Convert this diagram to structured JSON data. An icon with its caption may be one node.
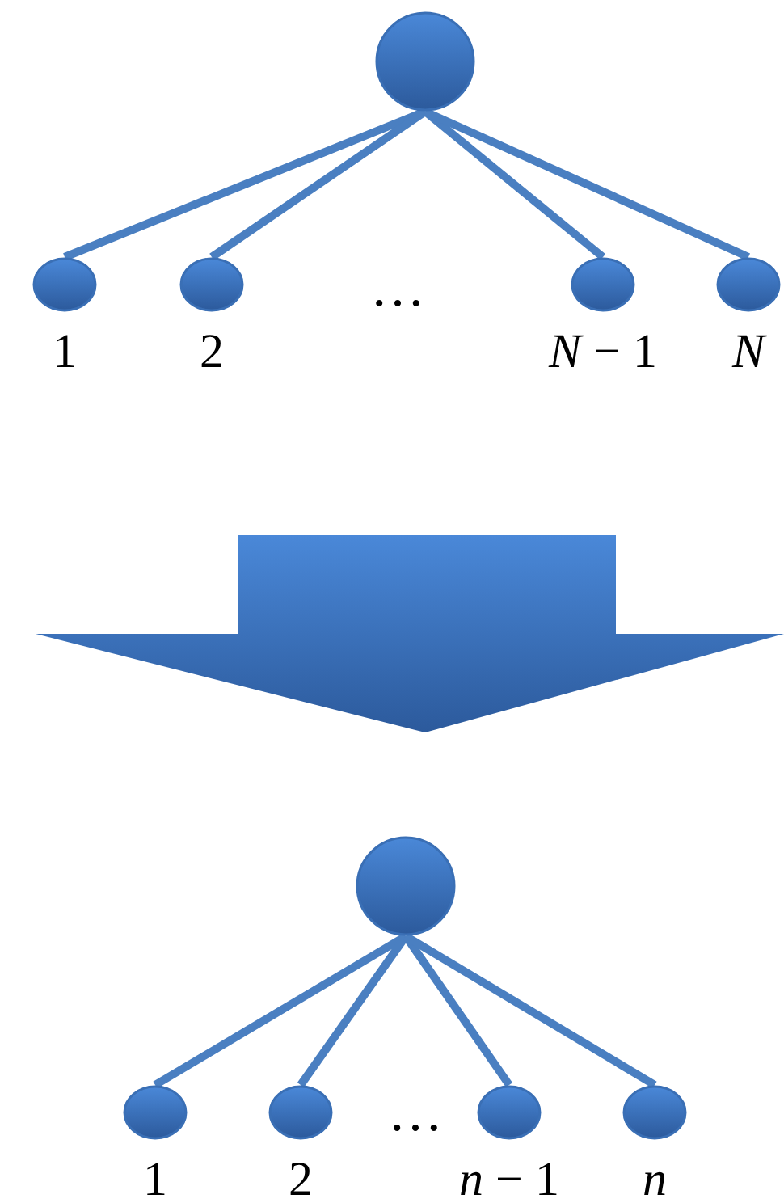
{
  "diagram": {
    "nodes": [
      {
        "text": [],
        "shape": "circle"
      },
      {
        "text": [],
        "shape": "circle",
        "beside": [
          "1"
        ]
      },
      {
        "text": [],
        "shape": "circle",
        "beside": [
          "2"
        ]
      },
      {
        "text": [],
        "shape": "circle",
        "beside": [
          "*N* − 1"
        ]
      },
      {
        "text": [],
        "shape": "circle",
        "beside": [
          "*N*"
        ]
      },
      {
        "text": [],
        "shape": "circle"
      },
      {
        "text": [],
        "shape": "circle",
        "beside": [
          "1"
        ]
      },
      {
        "text": [],
        "shape": "circle",
        "beside": [
          "2"
        ]
      },
      {
        "text": [],
        "shape": "circle",
        "beside": [
          "*n* − 1"
        ]
      },
      {
        "text": [],
        "shape": "circle",
        "beside": [
          "*n*"
        ]
      }
    ],
    "edges": [
      {
        "from": 0,
        "to": 1,
        "arrow": "none"
      },
      {
        "from": 0,
        "to": 2,
        "arrow": "none"
      },
      {
        "from": 0,
        "to": 3,
        "arrow": "none"
      },
      {
        "from": 0,
        "to": 4,
        "arrow": "none"
      },
      {
        "from": 5,
        "to": 6,
        "arrow": "none"
      },
      {
        "from": 5,
        "to": 7,
        "arrow": "none"
      },
      {
        "from": 5,
        "to": 8,
        "arrow": "none"
      },
      {
        "from": 5,
        "to": 9,
        "arrow": "none"
      }
    ],
    "labels": [
      "…",
      "…"
    ]
  }
}
